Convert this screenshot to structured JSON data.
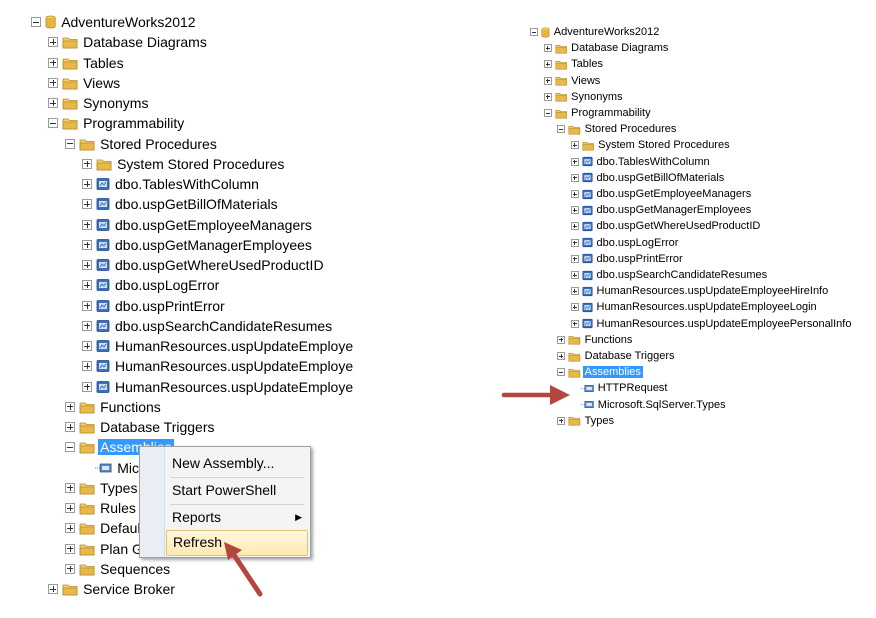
{
  "left_tree": {
    "items": [
      {
        "label": "AdventureWorks2012",
        "icon": "database-icon",
        "toggle": "minus",
        "level": 0
      },
      {
        "label": "Database Diagrams",
        "icon": "folder-icon",
        "toggle": "plus",
        "level": 1
      },
      {
        "label": "Tables",
        "icon": "folder-icon",
        "toggle": "plus",
        "level": 1
      },
      {
        "label": "Views",
        "icon": "folder-icon",
        "toggle": "plus",
        "level": 1
      },
      {
        "label": "Synonyms",
        "icon": "folder-icon",
        "toggle": "plus",
        "level": 1
      },
      {
        "label": "Programmability",
        "icon": "folder-icon",
        "toggle": "minus",
        "level": 1
      },
      {
        "label": "Stored Procedures",
        "icon": "folder-icon",
        "toggle": "minus",
        "level": 2
      },
      {
        "label": "System Stored Procedures",
        "icon": "folder-icon",
        "toggle": "plus",
        "level": 3
      },
      {
        "label": "dbo.TablesWithColumn",
        "icon": "procedure-icon",
        "toggle": "plus",
        "level": 3
      },
      {
        "label": "dbo.uspGetBillOfMaterials",
        "icon": "procedure-icon",
        "toggle": "plus",
        "level": 3
      },
      {
        "label": "dbo.uspGetEmployeeManagers",
        "icon": "procedure-icon",
        "toggle": "plus",
        "level": 3
      },
      {
        "label": "dbo.uspGetManagerEmployees",
        "icon": "procedure-icon",
        "toggle": "plus",
        "level": 3
      },
      {
        "label": "dbo.uspGetWhereUsedProductID",
        "icon": "procedure-icon",
        "toggle": "plus",
        "level": 3
      },
      {
        "label": "dbo.uspLogError",
        "icon": "procedure-icon",
        "toggle": "plus",
        "level": 3
      },
      {
        "label": "dbo.uspPrintError",
        "icon": "procedure-icon",
        "toggle": "plus",
        "level": 3
      },
      {
        "label": "dbo.uspSearchCandidateResumes",
        "icon": "procedure-icon",
        "toggle": "plus",
        "level": 3
      },
      {
        "label": "HumanResources.uspUpdateEmploye",
        "icon": "procedure-icon",
        "toggle": "plus",
        "level": 3
      },
      {
        "label": "HumanResources.uspUpdateEmploye",
        "icon": "procedure-icon",
        "toggle": "plus",
        "level": 3
      },
      {
        "label": "HumanResources.uspUpdateEmploye",
        "icon": "procedure-icon",
        "toggle": "plus",
        "level": 3
      },
      {
        "label": "Functions",
        "icon": "folder-icon",
        "toggle": "plus",
        "level": 2
      },
      {
        "label": "Database Triggers",
        "icon": "folder-icon",
        "toggle": "plus",
        "level": 2
      },
      {
        "label": "Assemblies",
        "icon": "folder-icon",
        "toggle": "minus",
        "level": 2,
        "selected": true
      },
      {
        "label": "Mic",
        "icon": "assembly-icon",
        "toggle": "none",
        "level": 3
      },
      {
        "label": "Types",
        "icon": "folder-icon",
        "toggle": "plus",
        "level": 2
      },
      {
        "label": "Rules",
        "icon": "folder-icon",
        "toggle": "plus",
        "level": 2
      },
      {
        "label": "Defaul",
        "icon": "folder-icon",
        "toggle": "plus",
        "level": 2
      },
      {
        "label": "Plan Guides",
        "icon": "folder-icon",
        "toggle": "plus",
        "level": 2
      },
      {
        "label": "Sequences",
        "icon": "folder-icon",
        "toggle": "plus",
        "level": 2
      },
      {
        "label": "Service Broker",
        "icon": "folder-icon",
        "toggle": "plus",
        "level": 1
      }
    ]
  },
  "context_menu": {
    "items": [
      {
        "label": "New Assembly..."
      },
      {
        "label": "Start PowerShell"
      },
      {
        "label": "Reports",
        "submenu_arrow": "▶"
      },
      {
        "label": "Refresh",
        "highlighted": true
      }
    ]
  },
  "right_tree": {
    "items": [
      {
        "label": "AdventureWorks2012",
        "icon": "database-icon",
        "toggle": "minus",
        "level": 0
      },
      {
        "label": "Database Diagrams",
        "icon": "folder-icon",
        "toggle": "plus",
        "level": 1
      },
      {
        "label": "Tables",
        "icon": "folder-icon",
        "toggle": "plus",
        "level": 1
      },
      {
        "label": "Views",
        "icon": "folder-icon",
        "toggle": "plus",
        "level": 1
      },
      {
        "label": "Synonyms",
        "icon": "folder-icon",
        "toggle": "plus",
        "level": 1
      },
      {
        "label": "Programmability",
        "icon": "folder-icon",
        "toggle": "minus",
        "level": 1
      },
      {
        "label": "Stored Procedures",
        "icon": "folder-icon",
        "toggle": "minus",
        "level": 2
      },
      {
        "label": "System Stored Procedures",
        "icon": "folder-icon",
        "toggle": "plus",
        "level": 3
      },
      {
        "label": "dbo.TablesWithColumn",
        "icon": "procedure-icon",
        "toggle": "plus",
        "level": 3
      },
      {
        "label": "dbo.uspGetBillOfMaterials",
        "icon": "procedure-icon",
        "toggle": "plus",
        "level": 3
      },
      {
        "label": "dbo.uspGetEmployeeManagers",
        "icon": "procedure-icon",
        "toggle": "plus",
        "level": 3
      },
      {
        "label": "dbo.uspGetManagerEmployees",
        "icon": "procedure-icon",
        "toggle": "plus",
        "level": 3
      },
      {
        "label": "dbo.uspGetWhereUsedProductID",
        "icon": "procedure-icon",
        "toggle": "plus",
        "level": 3
      },
      {
        "label": "dbo.uspLogError",
        "icon": "procedure-icon",
        "toggle": "plus",
        "level": 3
      },
      {
        "label": "dbo.uspPrintError",
        "icon": "procedure-icon",
        "toggle": "plus",
        "level": 3
      },
      {
        "label": "dbo.uspSearchCandidateResumes",
        "icon": "procedure-icon",
        "toggle": "plus",
        "level": 3
      },
      {
        "label": "HumanResources.uspUpdateEmployeeHireInfo",
        "icon": "procedure-icon",
        "toggle": "plus",
        "level": 3
      },
      {
        "label": "HumanResources.uspUpdateEmployeeLogin",
        "icon": "procedure-icon",
        "toggle": "plus",
        "level": 3
      },
      {
        "label": "HumanResources.uspUpdateEmployeePersonalInfo",
        "icon": "procedure-icon",
        "toggle": "plus",
        "level": 3
      },
      {
        "label": "Functions",
        "icon": "folder-icon",
        "toggle": "plus",
        "level": 2
      },
      {
        "label": "Database Triggers",
        "icon": "folder-icon",
        "toggle": "plus",
        "level": 2
      },
      {
        "label": "Assemblies",
        "icon": "folder-icon",
        "toggle": "minus",
        "level": 2,
        "selected": true
      },
      {
        "label": "HTTPRequest",
        "icon": "assembly-icon",
        "toggle": "none",
        "level": 3
      },
      {
        "label": "Microsoft.SqlServer.Types",
        "icon": "assembly-icon",
        "toggle": "none",
        "level": 3
      },
      {
        "label": "Types",
        "icon": "folder-icon",
        "toggle": "plus",
        "level": 2
      }
    ]
  },
  "colors": {
    "selection": "#3399ff",
    "arrow": "#b5453f",
    "folder": "#e8b84a",
    "procedure": "#3b6fb8"
  }
}
